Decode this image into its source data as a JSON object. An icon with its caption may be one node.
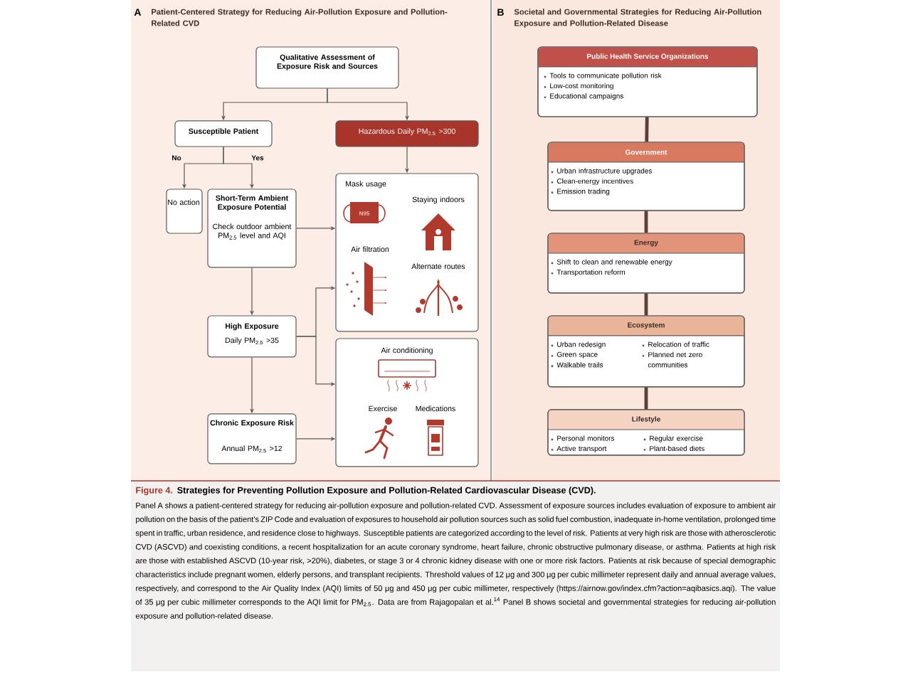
{
  "diagram": {
    "title": "Strategies for Preventing Pollution Exposure and Pollution-Related Cardiovascular Disease (CVD).",
    "caption": "Panel A shows a patient-centered strategy for reducing air-pollution exposure and pollution-related CVD. Assessment of exposure sources includes evaluation of exposure to ambient air pollution on the basis of the patient's ZIP Code and evaluation of exposures to household air pollution sources such as solid fuel combustion, inadequate in-home ventilation, prolonged time spent in traffic, urban residence, and residence close to highways. Susceptible patients are categorized according to the level of risk. Patients at very high risk are those with atherosclerotic CVD (ASCVD) and coexisting conditions, a recent hospitalization for an acute coronary syndrome, heart failure, chronic obstructive pulmonary disease, or asthma. Patients at high risk are those with established ASCVD (10-year risk, >20%), diabetes, or stage 3 or 4 chronic kidney disease with one or more risk factors. Patients at risk because of special demographic characteristics include pregnant women, elderly persons, and transplant recipients. Threshold values of 12 μg and 300 μg per cubic millimeter represent daily and annual average values, respectively, and correspond to the Air Quality Index (AQI) limits of 50 μg and 450 μg per cubic millimeter, respectively (https://airnow.gov/index.cfm?action=aqibasics.aqi). The value of 35 μg per cubic millimeter corresponds to the AQI limit for PM$_{2.5}$. Data are from Rajagopalan et al.$^{14}$ Panel B shows societal and governmental strategies for reducing air-pollution exposure and pollution-related disease.",
    "nodes": [
      {
        "text": [
          "Qualitative Assessment of Exposure Risk and Sources"
        ]
      },
      {
        "text": [
          "Susceptible Patient"
        ]
      },
      {
        "text": [
          "Hazardous Daily PM$_{2.5}$ >300"
        ]
      },
      {
        "text": [
          "No action"
        ]
      },
      {
        "text": [
          "Short-Term Ambient Exposure Potential",
          "Check outdoor ambient PM$_{2.5}$ level and AQI"
        ]
      },
      {
        "text": [
          "Mask usage",
          "Staying indoors",
          "Air filtration",
          "Alternate routes"
        ]
      },
      {
        "text": [
          "High Exposure",
          "Daily PM$_{2.5}$ >35"
        ]
      },
      {
        "text": [
          "Air conditioning",
          "Exercise",
          "Medications"
        ]
      },
      {
        "text": [
          "Chronic Exposure Risk",
          "Annual PM$_{2.5}$ >12"
        ]
      },
      {
        "text": [
          "Public Health Service Organizations",
          "Tools to communicate pollution risk",
          "Low-cost monitoring",
          "Educational campaigns"
        ]
      },
      {
        "text": [
          "Government",
          "Urban infrastructure upgrades",
          "Clean-energy incentives",
          "Emission trading"
        ]
      },
      {
        "text": [
          "Energy",
          "Shift to clean and renewable energy",
          "Transportation reform"
        ]
      },
      {
        "text": [
          "Ecosystem",
          "Urban redesign",
          "Green space",
          "Walkable trails",
          "Relocation of traffic",
          "Planned net zero communities"
        ]
      },
      {
        "text": [
          "Lifestyle",
          "Personal monitors",
          "Active transport",
          "Regular exercise",
          "Plant-based diets"
        ]
      }
    ],
    "edges": [
      {
        "from": 0,
        "to": 1,
        "arrow": "to"
      },
      {
        "from": 0,
        "to": 2,
        "arrow": "to"
      },
      {
        "from": 1,
        "to": 3,
        "arrow": "to",
        "label": "No"
      },
      {
        "from": 1,
        "to": 4,
        "arrow": "to",
        "label": "Yes"
      },
      {
        "from": 2,
        "to": 5,
        "arrow": "to"
      },
      {
        "from": 4,
        "to": 5,
        "arrow": "to"
      },
      {
        "from": 4,
        "to": 6,
        "arrow": "to"
      },
      {
        "from": 6,
        "to": 5,
        "arrow": "to"
      },
      {
        "from": 6,
        "to": 7,
        "arrow": "to"
      },
      {
        "from": 6,
        "to": 8,
        "arrow": "to"
      },
      {
        "from": 8,
        "to": 7,
        "arrow": "to"
      },
      {
        "from": 9,
        "to": 10,
        "arrow": "none",
        "style": "thick",
        "color": "#5a4036"
      },
      {
        "from": 10,
        "to": 11,
        "arrow": "none",
        "style": "thick",
        "color": "#5a4036"
      },
      {
        "from": 11,
        "to": 12,
        "arrow": "none",
        "style": "thick",
        "color": "#5a4036"
      },
      {
        "from": 12,
        "to": 13,
        "arrow": "none",
        "style": "thick",
        "color": "#5a4036"
      }
    ],
    "labels": [
      "A",
      "Patient-Centered Strategy for Reducing Air-Pollution Exposure and Pollution-Related CVD",
      "N95",
      "B",
      "Societal and Governmental Strategies for Reducing Air-Pollution Exposure and Pollution-Related Disease",
      "Figure 4."
    ]
  }
}
